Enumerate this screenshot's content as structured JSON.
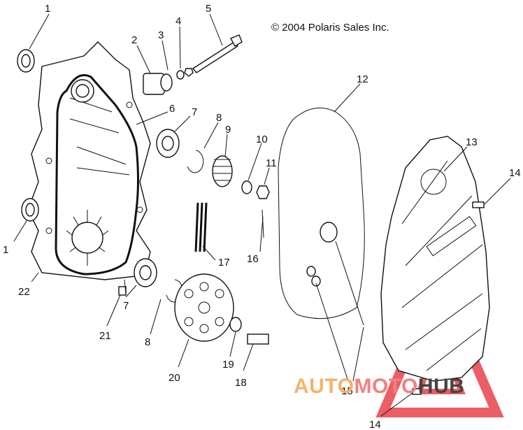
{
  "copyright": "© 2004 Polaris Sales Inc.",
  "watermark": {
    "parts": [
      "AUTO",
      "MOTO",
      "HUB"
    ],
    "colors": {
      "auto": "#f6b26b",
      "moto": "#f08080",
      "hub": "#444444"
    },
    "triangle_color": "#e8434a"
  },
  "callouts": {
    "c1a": "1",
    "c1b": "1",
    "c2": "2",
    "c3": "3",
    "c4": "4",
    "c5": "5",
    "c6": "6",
    "c7a": "7",
    "c7b": "7",
    "c8a": "8",
    "c8b": "8",
    "c9": "9",
    "c10": "10",
    "c11": "11",
    "c12": "12",
    "c13": "13",
    "c14a": "14",
    "c14b": "14",
    "c15": "15",
    "c16": "16",
    "c17": "17",
    "c18": "18",
    "c19": "19",
    "c20": "20",
    "c21": "21",
    "c22": "22"
  }
}
